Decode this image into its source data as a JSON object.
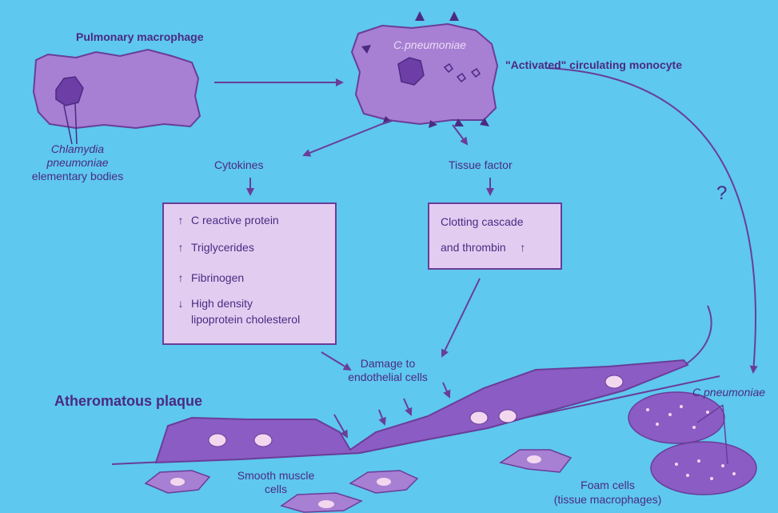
{
  "labels": {
    "pulmonary_macrophage": "Pulmonary macrophage",
    "chlamydia_line1": "Chlamydia",
    "chlamydia_line2": "pneumoniae",
    "elementary_bodies": "elementary bodies",
    "c_pneumoniae_top": "C.pneumoniae",
    "activated_monocyte": "\"Activated\" circulating monocyte",
    "cytokines": "Cytokines",
    "tissue_factor": "Tissue factor",
    "question_mark": "?",
    "damage_line1": "Damage to",
    "damage_line2": "endothelial cells",
    "atheromatous_plaque": "Atheromatous plaque",
    "smooth_muscle_line1": "Smooth muscle",
    "smooth_muscle_line2": "cells",
    "c_pneumoniae_right": "C.pneumoniae",
    "foam_cells_line1": "Foam cells",
    "foam_cells_line2": "(tissue macrophages)"
  },
  "cytokine_effects": [
    {
      "direction": "up",
      "glyph": "↑",
      "text": "C reactive protein"
    },
    {
      "direction": "up",
      "glyph": "↑",
      "text": "Triglycerides"
    },
    {
      "direction": "up",
      "glyph": "↑",
      "text": "Fibrinogen"
    },
    {
      "direction": "down",
      "glyph": "↓",
      "text": "High density"
    }
  ],
  "cytokine_effects_continuation": "lipoprotein cholesterol",
  "clotting": {
    "line1": "Clotting cascade",
    "line2": "and thrombin",
    "glyph": "↑"
  },
  "colors": {
    "background": "#5ec8ef",
    "cell_fill": "#a77fd3",
    "cell_stroke": "#6a3d98",
    "plaque_fill": "#8b5cc4",
    "box_fill": "#e2cdf1",
    "text": "#4b2a82"
  }
}
